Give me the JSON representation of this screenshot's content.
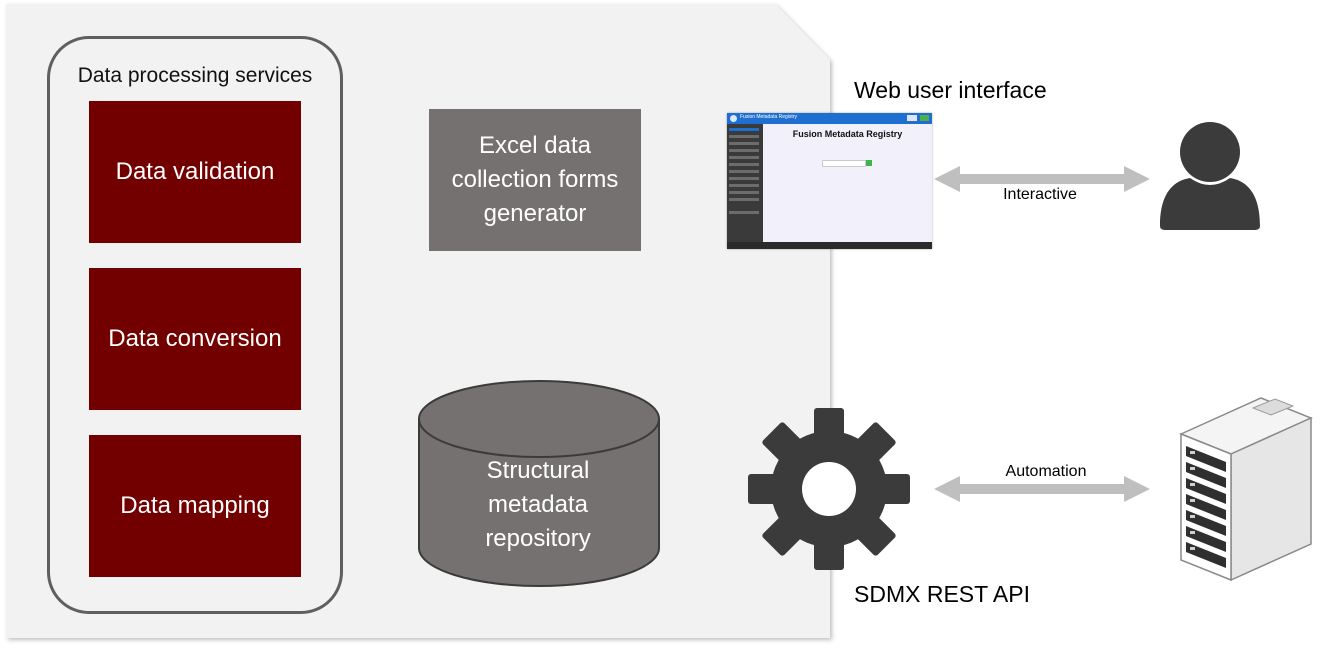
{
  "services_group": {
    "title": "Data processing services",
    "items": [
      "Data validation",
      "Data conversion",
      "Data mapping"
    ]
  },
  "excel_generator": {
    "label": "Excel data\ncollection forms\ngenerator"
  },
  "repository": {
    "label": "Structural\nmetadata\nrepository"
  },
  "web_ui": {
    "label": "Web user interface",
    "screenshot": {
      "app_title": "Fusion Metadata Registry",
      "heading": "Fusion Metadata Registry"
    }
  },
  "interactive_link": {
    "label": "Interactive"
  },
  "api": {
    "label": "SDMX REST API"
  },
  "automation_link": {
    "label": "Automation"
  },
  "colors": {
    "service_box": "#720000",
    "excel_box": "#767171",
    "panel": "#f2f2f2",
    "arrow": "#bfbfbf",
    "icon_dark": "#3b3b3b"
  },
  "icons": {
    "user": "person-icon",
    "api": "gear-icon",
    "server": "server-icon"
  }
}
